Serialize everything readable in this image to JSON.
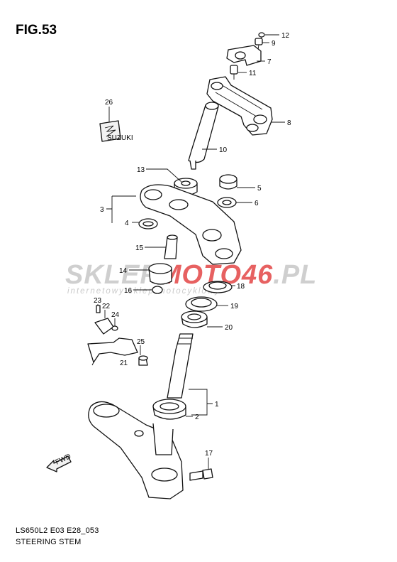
{
  "figure": {
    "title": "FIG.53",
    "code": "LS650L2 E03 E28_053",
    "name": "STEERING STEM"
  },
  "watermark": {
    "main_left": "SKLEP",
    "main_mid": "MOTO",
    "main_right": "46",
    "main_suffix": ".PL",
    "sub": "internetowy sklep motocyklowy",
    "colors": {
      "grey": "#c4c4c4",
      "red": "#e23a3a"
    }
  },
  "emblem": {
    "text": "SUZUKI"
  },
  "direction_arrow": {
    "text": "FWD"
  },
  "callouts": [
    "12",
    "9",
    "7",
    "11",
    "8",
    "26",
    "10",
    "13",
    "5",
    "3",
    "6",
    "4",
    "15",
    "14",
    "18",
    "16",
    "19",
    "23",
    "22",
    "24",
    "20",
    "25",
    "21",
    "1",
    "2",
    "17"
  ]
}
